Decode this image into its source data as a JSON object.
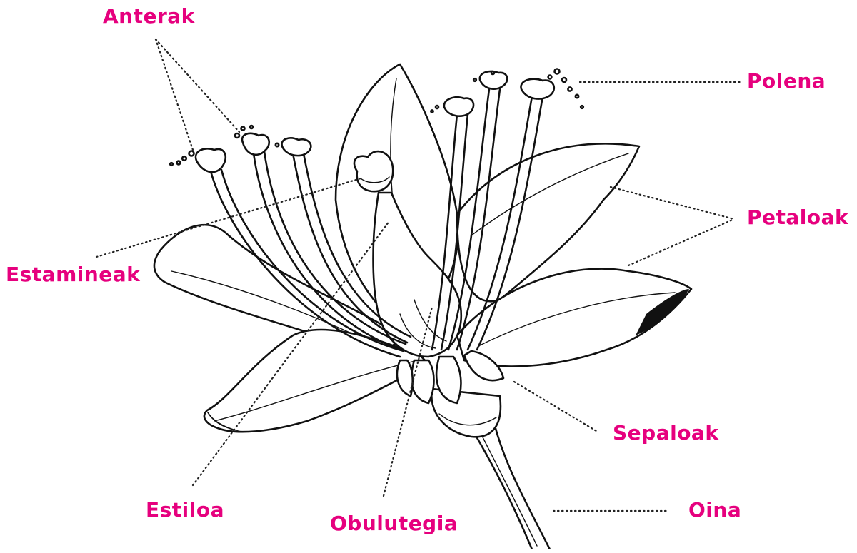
{
  "diagram": {
    "label_color": "#e6007e",
    "line_color": "#111111",
    "labels": {
      "anterak": "Anterak",
      "polena": "Polena",
      "petaloak": "Petaloak",
      "estamineak": "Estamineak",
      "sepaloak": "Sepaloak",
      "estiloa": "Estiloa",
      "obulutegia": "Obulutegia",
      "oina": "Oina"
    }
  }
}
